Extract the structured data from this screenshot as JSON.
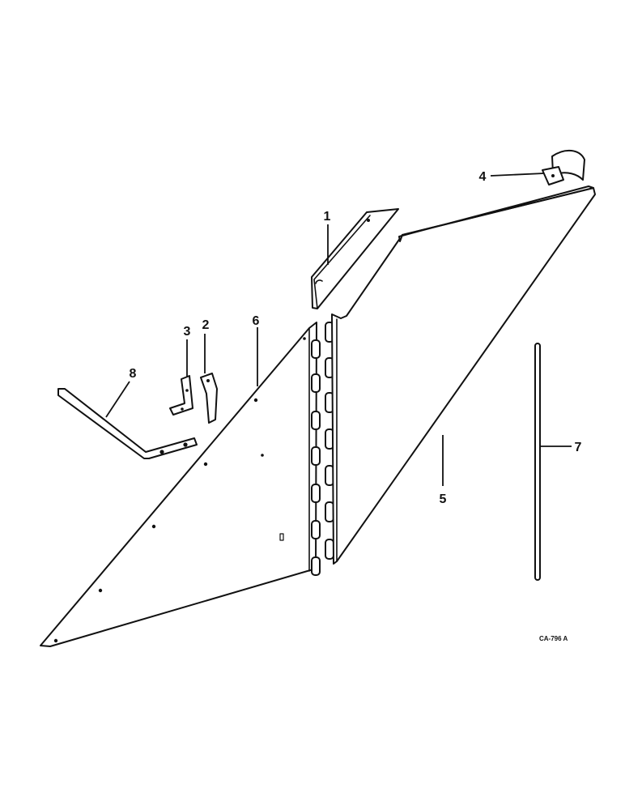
{
  "diagram": {
    "drawing_code": "CA-796 A",
    "callouts": [
      {
        "id": "1",
        "label": "1"
      },
      {
        "id": "2",
        "label": "2"
      },
      {
        "id": "3",
        "label": "3"
      },
      {
        "id": "4",
        "label": "4"
      },
      {
        "id": "5",
        "label": "5"
      },
      {
        "id": "6",
        "label": "6"
      },
      {
        "id": "7",
        "label": "7"
      },
      {
        "id": "8",
        "label": "8"
      }
    ]
  }
}
